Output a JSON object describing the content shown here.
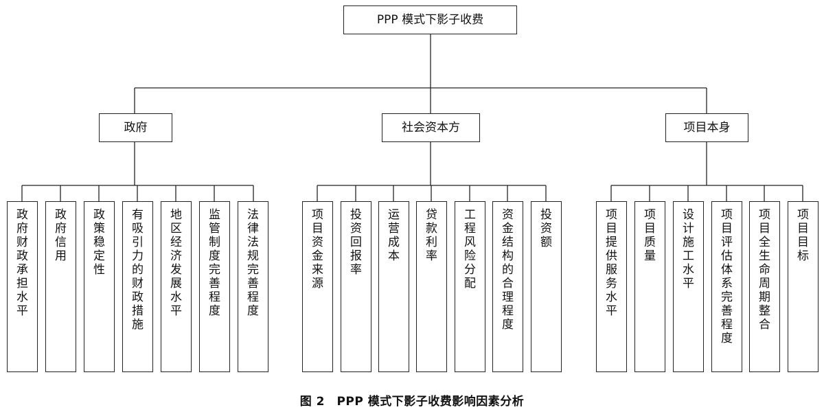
{
  "root": {
    "label": "PPP 模式下影子收费"
  },
  "categories": [
    {
      "label": "政府",
      "items": [
        "政府财政承担水平",
        "政府信用",
        "政策稳定性",
        "有吸引力的财政措施",
        "地区经济发展水平",
        "监管制度完善程度",
        "法律法规完善程度"
      ]
    },
    {
      "label": "社会资本方",
      "items": [
        "项目资金来源",
        "投资回报率",
        "运营成本",
        "贷款利率",
        "工程风险分配",
        "资金结构的合理程度",
        "投资额"
      ]
    },
    {
      "label": "项目本身",
      "items": [
        "项目提供服务水平",
        "项目质量",
        "设计施工水平",
        "项目评估体系完善程度",
        "项目全生命周期整合",
        "项目目标"
      ]
    }
  ],
  "caption": "图 2　PPP 模式下影子收费影响因素分析"
}
